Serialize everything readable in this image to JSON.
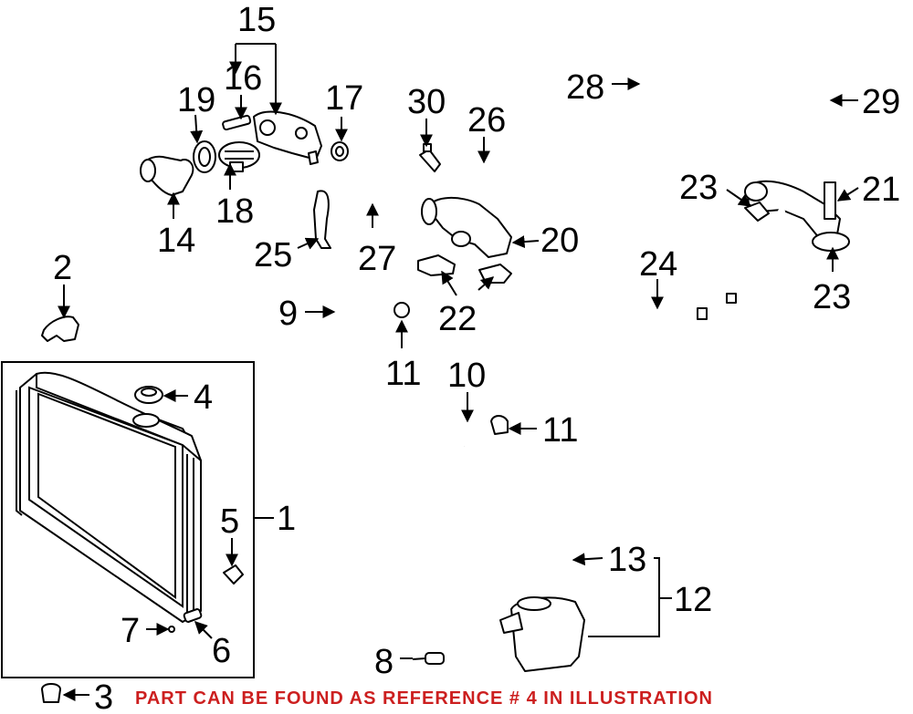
{
  "colors": {
    "ink": "#000000",
    "note": "#cc1f1f",
    "paper": "#ffffff"
  },
  "labels": {
    "p1": "1",
    "p2": "2",
    "p3": "3",
    "p4": "4",
    "p5": "5",
    "p6": "6",
    "p7": "7",
    "p8": "8",
    "p9": "9",
    "p10": "10",
    "p11a": "11",
    "p11b": "11",
    "p12": "12",
    "p13": "13",
    "p14": "14",
    "p15": "15",
    "p16": "16",
    "p17": "17",
    "p18": "18",
    "p19": "19",
    "p20": "20",
    "p21": "21",
    "p22": "22",
    "p23a": "23",
    "p23b": "23",
    "p24": "24",
    "p25": "25",
    "p26": "26",
    "p27": "27",
    "p28": "28",
    "p29": "29",
    "p30": "30"
  },
  "note": {
    "text": "PART CAN BE FOUND AS REFERENCE # 4 IN ILLUSTRATION"
  }
}
